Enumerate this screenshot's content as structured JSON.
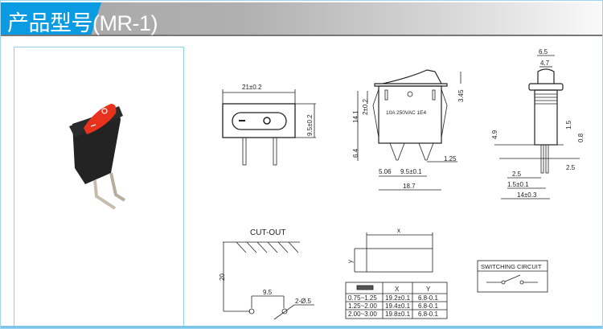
{
  "title": "产品型号(MR-1)",
  "front_view": {
    "width_dim": "21±0.2",
    "height_dim": "9.5±0.2"
  },
  "side_view": {
    "rating_text": "10A 250VAC 1E4",
    "dims": {
      "rocker_height": "3.45",
      "body_height": "14.1",
      "clip_offset": "2±0.2",
      "pin_length": "6.4",
      "pin_edge": "5.06",
      "pin_pitch": "9.5±0.1",
      "pin_width": "1.25",
      "body_width": "18.7"
    }
  },
  "end_view": {
    "dims": {
      "rocker_outer": "6.5",
      "rocker_inner": "4.7",
      "flange": "1.5",
      "pin_offset_right": "0.8",
      "pin_height": "4.9",
      "pin_left": "2.5",
      "pin_thickness": "1.5±0.1",
      "total": "14±0.3",
      "pin_right": "2.5"
    }
  },
  "cutout": {
    "title": "CUT-OUT",
    "height_dim": "20",
    "hole_pitch": "9.5",
    "hole_dim": "2-Ø.5"
  },
  "panel_cutout": {
    "x_label": "x",
    "y_label": "y",
    "table": {
      "headers": [
        "",
        "X",
        "Y"
      ],
      "rows": [
        [
          "0.75~1.25",
          "19.2±0.1",
          "6.8-0.1"
        ],
        [
          "1.25~2.00",
          "19.4±0.1",
          "6.8-0.1"
        ],
        [
          "2.00~3.00",
          "19.8±0.1",
          "6.8-0.1"
        ]
      ]
    }
  },
  "switching_circuit": {
    "title": "SWITCHING CIRCUIT"
  },
  "colors": {
    "title_blue": "#0b9be2",
    "rocker_red": "#e8321e",
    "frame_blue": "#8fd0f2"
  }
}
